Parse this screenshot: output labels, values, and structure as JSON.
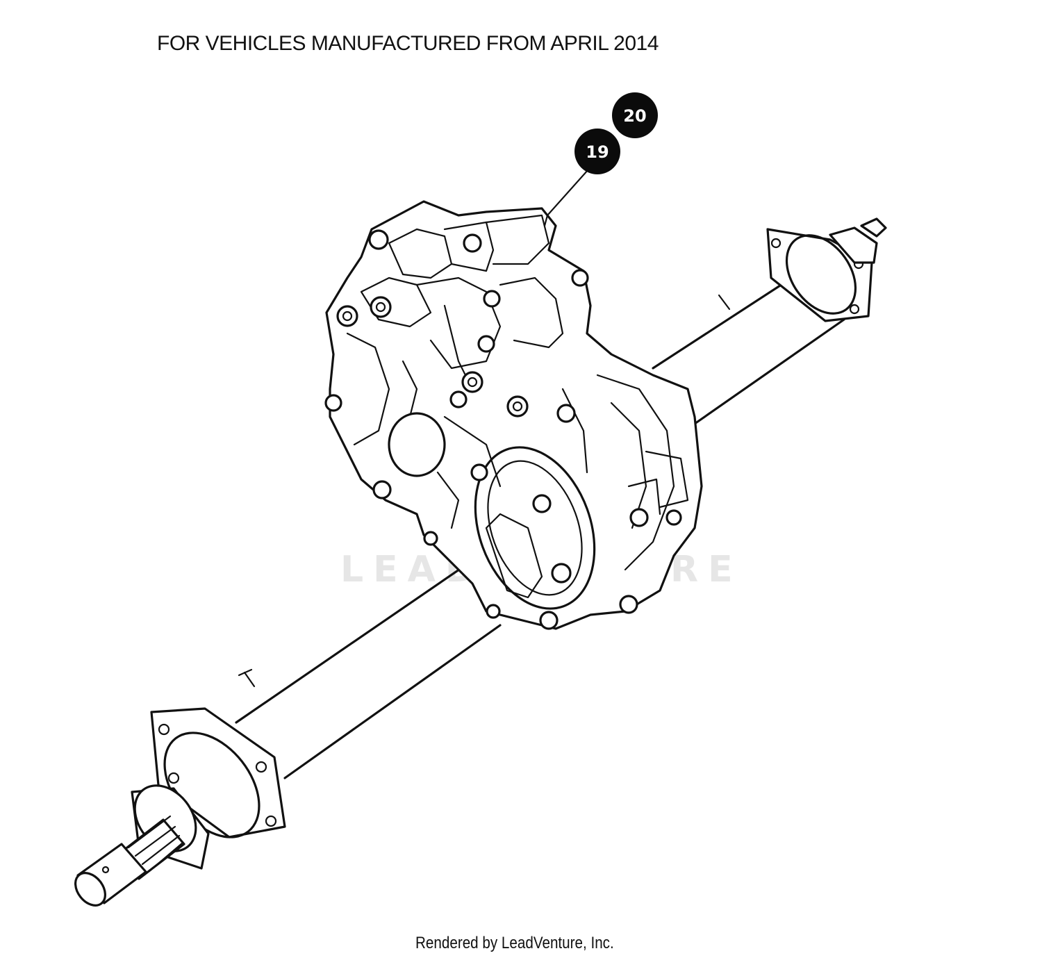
{
  "header": {
    "title": "FOR VEHICLES MANUFACTURED FROM APRIL 2014"
  },
  "callouts": [
    {
      "label": "19"
    },
    {
      "label": "20"
    }
  ],
  "watermark": {
    "text": "LEADVENTURE"
  },
  "footer": {
    "text": "Rendered by LeadVenture, Inc."
  }
}
